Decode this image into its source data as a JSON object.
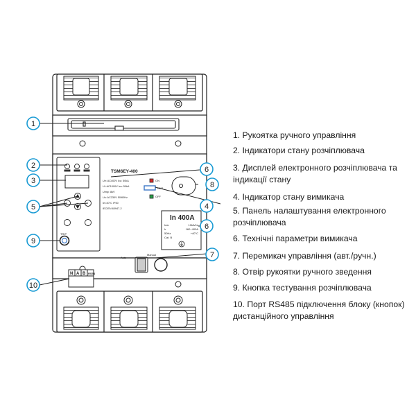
{
  "device": {
    "model": "TSM6EY-400",
    "specs_left": [
      "Ue: AC400V  Icu: 50kA",
      "Ui: AC1000V Ics: 50kA",
      "Uimp: 8kV",
      "Us: AC230V  50/60Hz",
      "Ie=40°C      IP30",
      "IEC/EN 60947-2"
    ],
    "rating_title": "In 400A",
    "rating_rows": [
      [
        "Icw:",
        "10kA/1s"
      ],
      [
        "Ir",
        "160~400A"
      ],
      [
        "50Hz",
        "+40°C"
      ],
      [
        "Cat. B",
        ""
      ]
    ],
    "on_label": "ON",
    "off_label": "OFF",
    "trip_label": "TRIP",
    "test_label": "TRIP",
    "auto_label": "Auto",
    "manual_label": "Manual",
    "terminal_labels": [
      "N",
      "A",
      "B",
      "RS54"
    ]
  },
  "callouts": [
    "1",
    "2",
    "3",
    "4",
    "5",
    "6",
    "6",
    "7",
    "8",
    "9",
    "10"
  ],
  "legend": [
    "1. Рукоятка ручного управління",
    "2. Індикатори стану розчіплювача",
    "3. Дисплей електронного розчіплювача та індикації стану",
    "4. Індикатор стану вимикача",
    "5. Панель налаштування електронного розчіплювача",
    "6. Технічні параметри вимикача",
    "7. Перемикач управління (авт./ручн.)",
    "8. Отвір рукоятки ручного зведення",
    "9. Кнопка тестування розчіплювача",
    "10. Порт RS485 підключення блоку (кнопок) дистанційного управління"
  ],
  "colors": {
    "callout": "#1a9bd4",
    "line": "#222222",
    "on_indicator": "#d62a2a",
    "off_indicator": "#2aa14a",
    "status_window": "#3c78c8"
  }
}
